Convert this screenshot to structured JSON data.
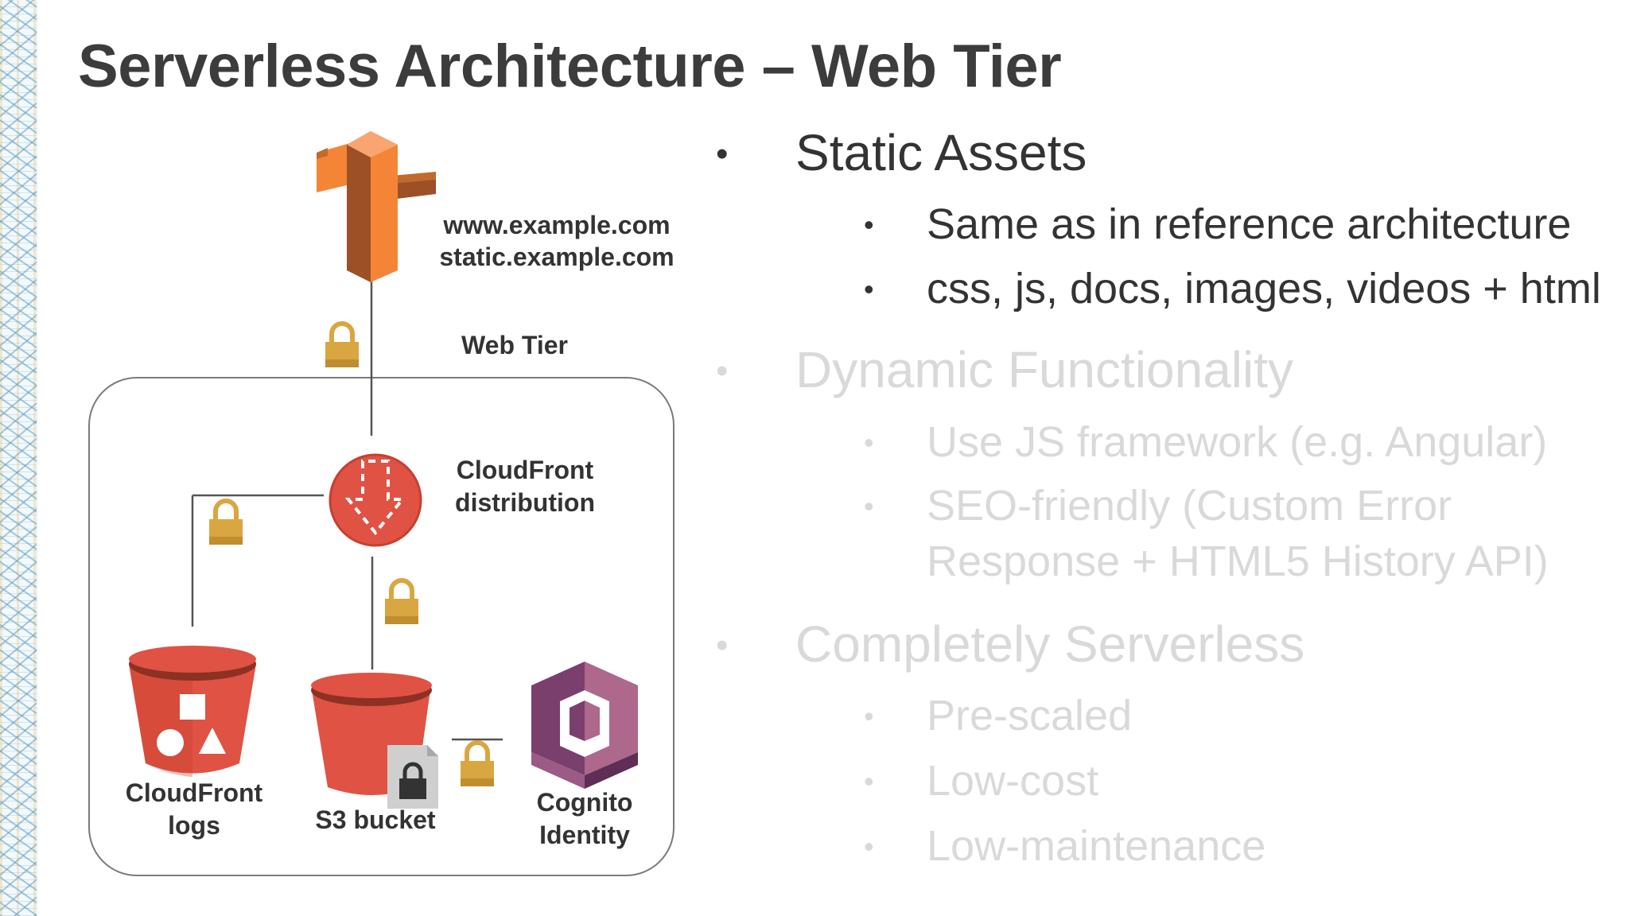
{
  "slide": {
    "title": "Serverless Architecture – Web Tier"
  },
  "diagram": {
    "domains": [
      "www.example.com",
      "static.example.com"
    ],
    "web_tier_label": "Web Tier",
    "cloudfront_label": [
      "CloudFront",
      "distribution"
    ],
    "logs_label": [
      "CloudFront",
      "logs"
    ],
    "s3_label": "S3 bucket",
    "cognito_label": [
      "Cognito",
      "Identity"
    ],
    "icons": [
      "route53-icon",
      "lock-icon",
      "cloudfront-icon",
      "s3-logs-bucket-icon",
      "s3-bucket-icon",
      "cognito-icon"
    ],
    "colors": {
      "route53_orange": "#f58536",
      "route53_dark": "#9d5025",
      "aws_red": "#e05243",
      "aws_red_dark": "#8c3123",
      "lock_gold": "#d9a741",
      "cognito_purple": "#ad688b",
      "cognito_dark": "#7b3f6e"
    }
  },
  "bullets": [
    {
      "text": "Static Assets",
      "state": "active",
      "children": [
        "Same as in reference architecture",
        "css, js, docs, images, videos + html"
      ]
    },
    {
      "text": "Dynamic Functionality",
      "state": "dim",
      "children": [
        "Use JS framework (e.g. Angular)",
        [
          "SEO-friendly (Custom Error",
          "Response + HTML5 History API)"
        ]
      ]
    },
    {
      "text": "Completely Serverless",
      "state": "dim",
      "children": [
        "Pre-scaled",
        "Low-cost",
        "Low-maintenance"
      ]
    }
  ]
}
